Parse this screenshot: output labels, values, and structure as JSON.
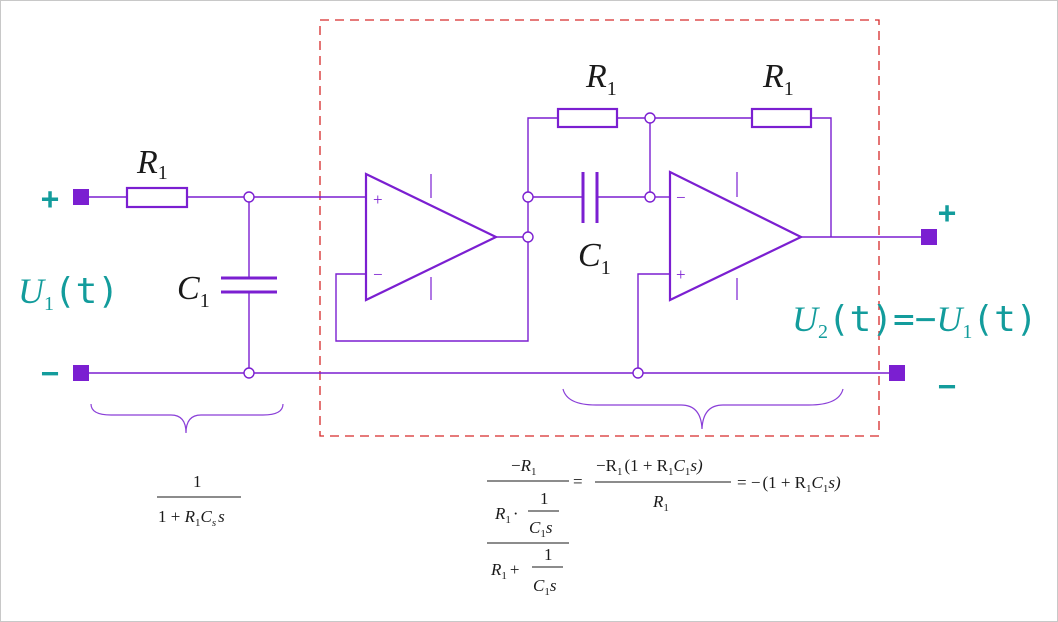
{
  "colors": {
    "wire": "#7b1fd1",
    "terminal": "#7b1fd1",
    "text_teal": "#139c9c",
    "box_dash": "#d62a2a",
    "label": "#1a1a1a",
    "brace": "#8a3fd8"
  },
  "components": {
    "r_input": {
      "letter": "R",
      "sub": "1"
    },
    "c_shunt": {
      "letter": "C",
      "sub": "1"
    },
    "r_feedback_top": {
      "letter": "R",
      "sub": "1"
    },
    "r_feedback_right": {
      "letter": "R",
      "sub": "1"
    },
    "c_series": {
      "letter": "C",
      "sub": "1"
    },
    "opamp1": {
      "plus": "+",
      "minus": "−"
    },
    "opamp2": {
      "plus": "+",
      "minus": "−"
    }
  },
  "terminals": {
    "in_plus": "+",
    "in_minus": "−",
    "out_plus": "+",
    "out_minus": "−"
  },
  "labels": {
    "u1": {
      "letter": "U",
      "sub": "1",
      "arg": "(t)"
    },
    "u2": {
      "letter": "U",
      "sub": "2",
      "arg": "(t)",
      "eq": "=−",
      "rhs_letter": "U",
      "rhs_sub": "1",
      "rhs_arg": "(t)"
    }
  },
  "formulas": {
    "left": {
      "num": "1",
      "den_a": "1 + ",
      "den_R": "R",
      "den_R_sub": "1",
      "den_C": "C",
      "den_C_sub": "s",
      "den_s": "s"
    },
    "right": {
      "t1_num_minus": "−",
      "t1_num_R": "R",
      "t1_num_sub": "1",
      "t1_den_top_R": "R",
      "t1_den_top_sub": "1",
      "t1_den_top_dot": "·",
      "t1_den_top_frac_num": "1",
      "t1_den_top_frac_C": "C",
      "t1_den_top_frac_sub": "1",
      "t1_den_top_frac_s": "s",
      "t1_den_bot_num": "1",
      "t1_den_bot_R": "R",
      "t1_den_bot_sub": "1",
      "t1_den_bot_plus": "+",
      "t1_den_bot_frac_C": "C",
      "t1_den_bot_frac_sub": "1",
      "t1_den_bot_frac_s": "s",
      "eq1": "=",
      "t2_num": "−R",
      "t2_num_sub": "1",
      "t2_num_paren": "(1 + R",
      "t2_num_sub2": "1",
      "t2_num_C": "C",
      "t2_num_sub3": "1",
      "t2_num_s": "s)",
      "t2_den_R": "R",
      "t2_den_sub": "1",
      "eq2": "= −",
      "t3": "(1 + R",
      "t3_sub": "1",
      "t3_C": "C",
      "t3_sub2": "1",
      "t3_s": "s)"
    }
  }
}
